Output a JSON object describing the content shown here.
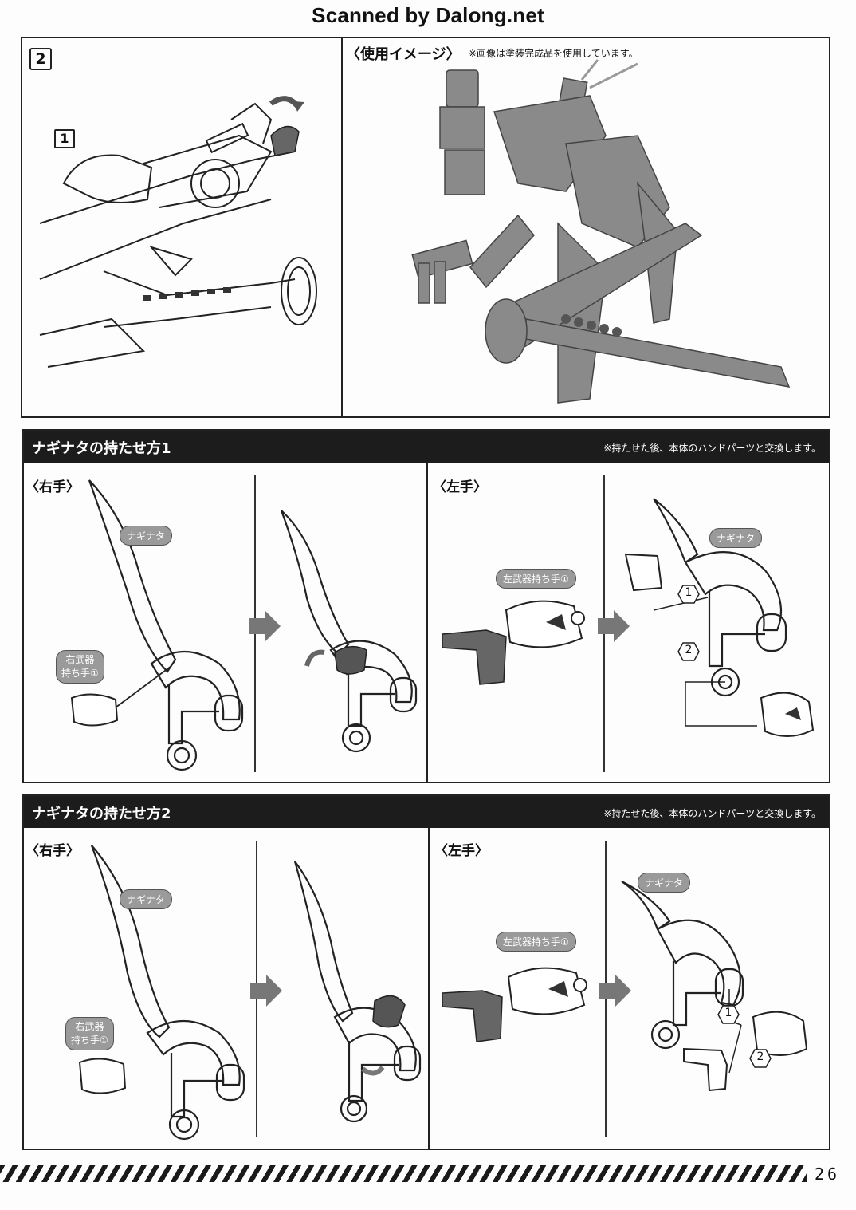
{
  "watermark": "Scanned by Dalong.net",
  "step": {
    "number": "2",
    "sub_number": "1",
    "usage_title": "〈使用イメージ〉",
    "usage_note": "※画像は塗装完成品を使用しています。"
  },
  "section1": {
    "title": "ナギナタの持たせ方1",
    "note": "※持たせた後、本体のハンドパーツと交換します。",
    "right_label": "〈右手〉",
    "left_label": "〈左手〉",
    "naginata": "ナギナタ",
    "right_grip_line1": "右武器",
    "right_grip_line2": "持ち手①",
    "left_grip": "左武器持ち手①",
    "mark1": "1",
    "mark2": "2"
  },
  "section2": {
    "title": "ナギナタの持たせ方2",
    "note": "※持たせた後、本体のハンドパーツと交換します。",
    "right_label": "〈右手〉",
    "left_label": "〈左手〉",
    "naginata": "ナギナタ",
    "right_grip_line1": "右武器",
    "right_grip_line2": "持ち手①",
    "left_grip": "左武器持ち手①",
    "mark1": "1",
    "mark2": "2"
  },
  "page_number": "26"
}
